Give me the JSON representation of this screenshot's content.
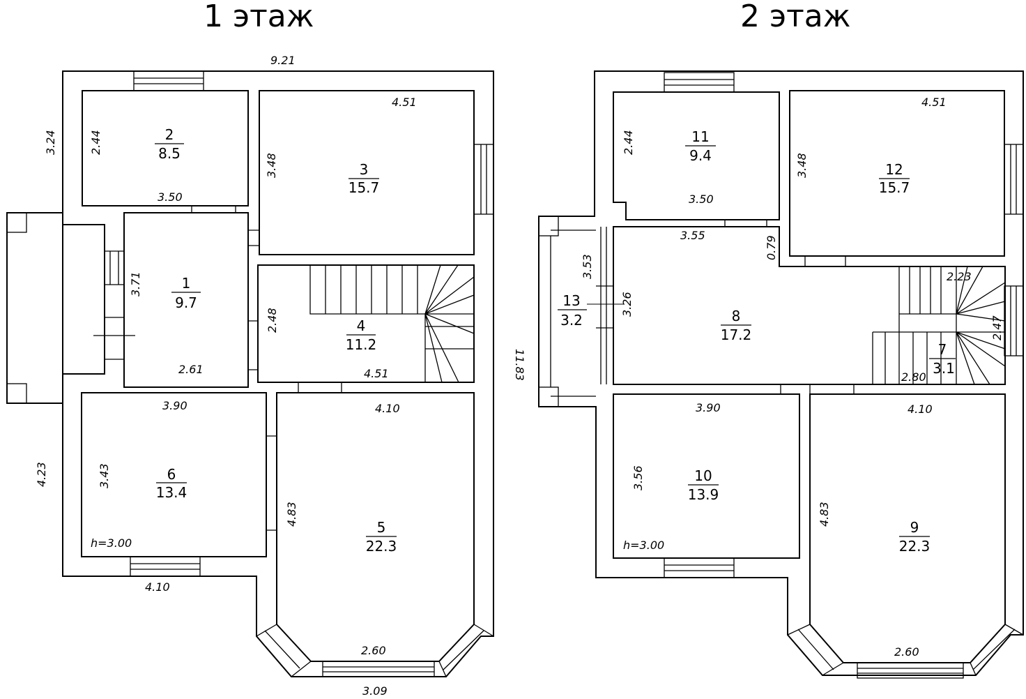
{
  "floors": [
    {
      "title": "1 этаж"
    },
    {
      "title": "2 этаж"
    }
  ],
  "rooms": [
    {
      "id": "1",
      "number": "1",
      "area": "9.7"
    },
    {
      "id": "2",
      "number": "2",
      "area": "8.5"
    },
    {
      "id": "3",
      "number": "3",
      "area": "15.7"
    },
    {
      "id": "4",
      "number": "4",
      "area": "11.2"
    },
    {
      "id": "5",
      "number": "5",
      "area": "22.3"
    },
    {
      "id": "6",
      "number": "6",
      "area": "13.4"
    },
    {
      "id": "7",
      "number": "7",
      "area": "3.1"
    },
    {
      "id": "8",
      "number": "8",
      "area": "17.2"
    },
    {
      "id": "9",
      "number": "9",
      "area": "22.3"
    },
    {
      "id": "10",
      "number": "10",
      "area": "13.9"
    },
    {
      "id": "11",
      "number": "11",
      "area": "9.4"
    },
    {
      "id": "12",
      "number": "12",
      "area": "15.7"
    },
    {
      "id": "13",
      "number": "13",
      "area": "3.2"
    }
  ],
  "dimensions": {
    "f1": {
      "overall_width": "9.21",
      "overall_depth": "11.83",
      "left_upper": "3.24",
      "left_lower": "4.23",
      "bottom_left": "4.10",
      "bay_inner": "2.60",
      "bay_outer": "3.09",
      "r2_height": "2.44",
      "r2_width": "3.50",
      "r3_width": "4.51",
      "r3_height": "3.48",
      "r1_height": "3.71",
      "r1_width": "2.61",
      "r4_height": "2.48",
      "r4_width": "4.51",
      "r6_width": "3.90",
      "r6_height": "3.43",
      "r5_width": "4.10",
      "r5_height": "4.83",
      "ceiling": "h=3.00"
    },
    "f2": {
      "r11_height": "2.44",
      "r11_width": "3.50",
      "r12_width": "4.51",
      "r12_height": "3.48",
      "r8_width": "3.55",
      "r8_step": "0.79",
      "r13_height": "3.53",
      "r8_height": "3.26",
      "stair_width": "2.23",
      "stair_height": "2.47",
      "r7_width": "2.80",
      "r10_width": "3.90",
      "r10_height": "3.56",
      "r9_width": "4.10",
      "r9_height": "4.83",
      "bay_inner": "2.60",
      "ceiling": "h=3.00"
    }
  }
}
